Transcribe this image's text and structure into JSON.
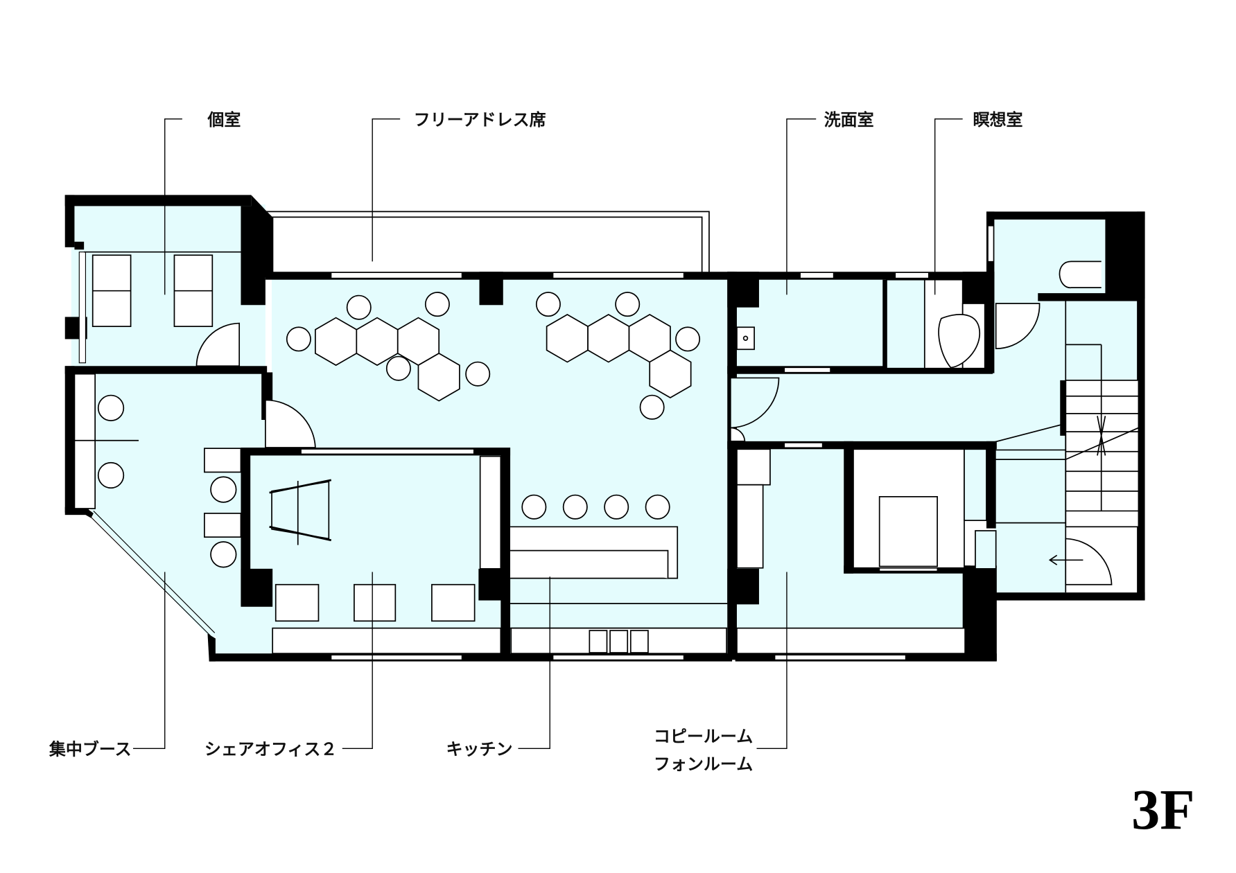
{
  "floor_label": "3F",
  "colors": {
    "room_fill": "#e4fcfd",
    "wall": "#000000",
    "furniture": "#ffffff",
    "background": "#ffffff"
  },
  "labels": {
    "top": [
      {
        "id": "private-room",
        "text": "個室"
      },
      {
        "id": "free-address",
        "text": "フリーアドレス席"
      },
      {
        "id": "washroom",
        "text": "洗面室"
      },
      {
        "id": "meditation",
        "text": "瞑想室"
      }
    ],
    "bottom": [
      {
        "id": "focus-booth",
        "text": "集中ブース"
      },
      {
        "id": "share-office-2",
        "text": "シェアオフィス２"
      },
      {
        "id": "kitchen",
        "text": "キッチン"
      },
      {
        "id": "copy-room",
        "text": "コピールーム"
      },
      {
        "id": "phone-room",
        "text": "フォンルーム"
      }
    ]
  }
}
